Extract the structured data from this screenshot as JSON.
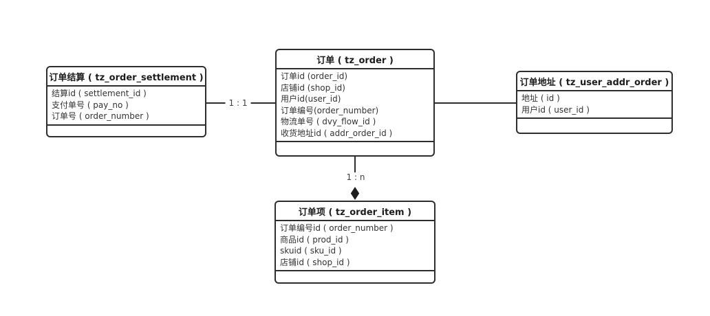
{
  "entities": {
    "settlement": {
      "title": "订单结算 ( tz_order_settlement )",
      "fields": [
        "结算id ( settlement_id )",
        "支付单号 ( pay_no )",
        "订单号 ( order_number )"
      ]
    },
    "order": {
      "title": "订单 ( tz_order )",
      "fields": [
        "订单id (order_id)",
        "店铺id (shop_id)",
        "用户id(user_id)",
        "订单编号(order_number)",
        "物流单号 ( dvy_flow_id )",
        "收货地址id ( addr_order_id )"
      ]
    },
    "address": {
      "title": "订单地址 ( tz_user_addr_order )",
      "fields": [
        "地址 ( id )",
        "用户id ( user_id )"
      ]
    },
    "item": {
      "title": "订单项 ( tz_order_item )",
      "fields": [
        "订单编号id ( order_number )",
        "商品id ( prod_id )",
        "skuid ( sku_id )",
        "店铺id ( shop_id )"
      ]
    }
  },
  "relations": {
    "settlement_to_order": {
      "label": "1 : 1"
    },
    "order_to_item": {
      "label": "1 : n"
    }
  },
  "colors": {
    "line": "#2d2d2d",
    "background": "#ffffff"
  }
}
